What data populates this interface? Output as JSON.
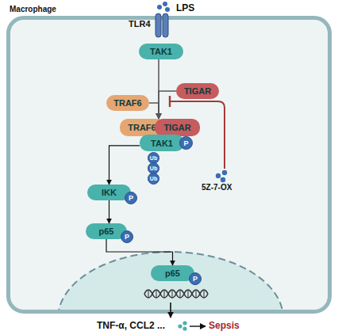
{
  "diagram": {
    "nodes": [
      {
        "text": [
          "Macrophage"
        ]
      },
      {
        "text": [
          "TAK1"
        ],
        "in": 0
      },
      {
        "text": [
          "TIGAR"
        ],
        "in": 0
      },
      {
        "text": [
          "TRAF6"
        ],
        "in": 0
      },
      {
        "text": [
          "TRAF6"
        ],
        "in": 0
      },
      {
        "text": [
          "TIGAR"
        ],
        "in": 0
      },
      {
        "text": [
          "TAK1"
        ],
        "in": 0
      },
      {
        "text": [
          "P"
        ],
        "in": 0
      },
      {
        "text": [
          "Ub"
        ],
        "in": 0
      },
      {
        "text": [
          "Ub"
        ],
        "in": 0
      },
      {
        "text": [
          "Ub"
        ],
        "in": 0
      },
      {
        "text": [
          "IKK"
        ],
        "in": 0
      },
      {
        "text": [
          "P"
        ],
        "in": 0
      },
      {
        "text": [
          "p65"
        ],
        "in": 0
      },
      {
        "text": [
          "P"
        ],
        "in": 0
      },
      {
        "text": [
          "p65"
        ],
        "in": 0
      },
      {
        "text": [
          "P"
        ],
        "in": 0
      }
    ],
    "edges": [
      {
        "from": 1,
        "to": 4,
        "arrow": "to"
      },
      {
        "from": 2,
        "to": 4,
        "arrow": "to"
      },
      {
        "from": 3,
        "to": 4,
        "arrow": "to"
      },
      {
        "from": 6,
        "to": 11,
        "arrow": "to"
      },
      {
        "from": 11,
        "to": 13,
        "arrow": "to"
      },
      {
        "from": 13,
        "to": 15,
        "arrow": "to"
      }
    ],
    "labels": [
      "LPS",
      "TLR4",
      "5Z-7-OX",
      "TNF-α, CCL2 ...",
      "Sepsis"
    ]
  }
}
